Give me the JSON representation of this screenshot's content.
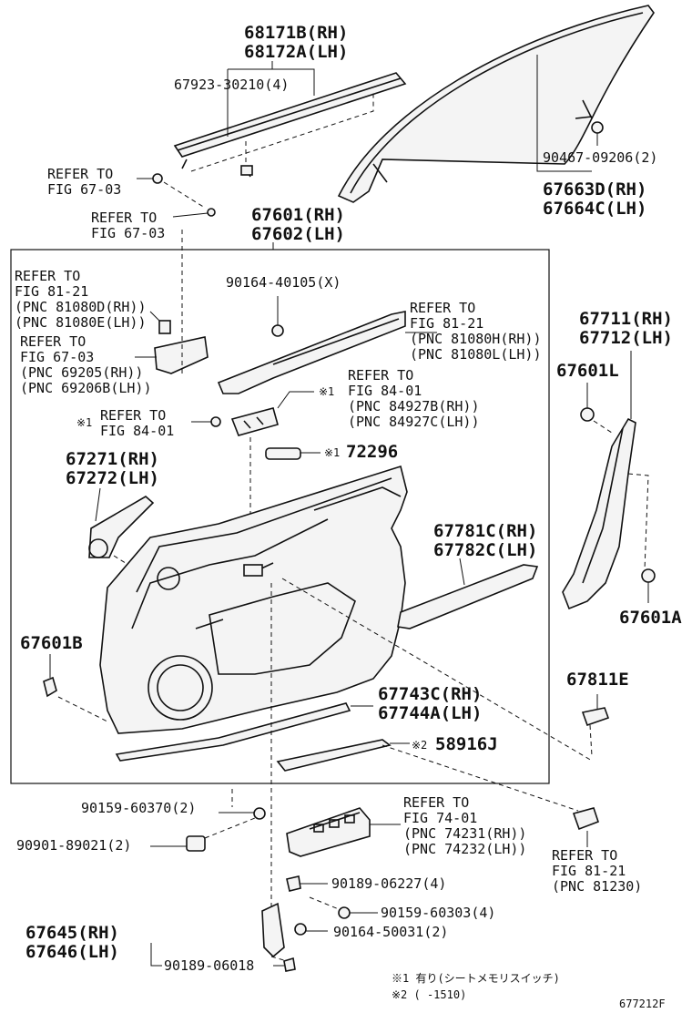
{
  "diagram": {
    "labels": {
      "molding_top": "68171B(RH)",
      "molding_top2": "68172A(LH)",
      "clip_molding": "67923-30210(4)",
      "refer1": "REFER TO",
      "refer1b": "FIG 67-03",
      "refer2": "REFER TO",
      "refer2b": "FIG 67-03",
      "board": "67601(RH)",
      "board2": "67602(LH)",
      "pillar": "67663D(RH)",
      "pillar2": "67664C(LH)",
      "screw_pillar": "90467-09206(2)",
      "refer_8121_a": "REFER TO",
      "refer_8121_b": "FIG 81-21",
      "refer_8121_c": "(PNC 81080D(RH))",
      "refer_8121_d": "(PNC 81080E(LH))",
      "refer_6703_a": "REFER TO",
      "refer_6703_b": "FIG 67-03",
      "refer_6703_c": "(PNC 69205(RH))",
      "refer_6703_d": "(PNC 69206B(LH))",
      "clip_x": "90164-40105(X)",
      "refer_8121h_a": "REFER TO",
      "refer_8121h_b": "FIG 81-21",
      "refer_8121h_c": "(PNC 81080H(RH))",
      "refer_8121h_d": "(PNC 81080L(LH))",
      "refer_8401_mark": "※1",
      "refer_8401_a": "REFER TO",
      "refer_8401_b": "FIG 84-01",
      "refer_8401_c": "(PNC 84927B(RH))",
      "refer_8401_d": "(PNC 84927C(LH))",
      "refer_left_mark": "※1",
      "refer_left_a": "REFER TO",
      "refer_left_b": "FIG 84-01",
      "part_72296_mark": "※1",
      "part_72296": "72296",
      "bracket": "67271(RH)",
      "bracket2": "67272(LH)",
      "pad": "67711(RH)",
      "pad2": "67712(LH)",
      "clip_l": "67601L",
      "clip_a": "67601A",
      "clip_b": "67601B",
      "garnish": "67781C(RH)",
      "garnish2": "67782C(LH)",
      "lower_trim": "67743C(RH)",
      "lower_trim2": "67744A(LH)",
      "part_58916_mark": "※2",
      "part_58916": "58916J",
      "part_67811": "67811E",
      "screw1": "90159-60370(2)",
      "clip2": "90901-89021(2)",
      "refer_7401_a": "REFER TO",
      "refer_7401_b": "FIG 74-01",
      "refer_7401_c": "(PNC 74231(RH))",
      "refer_7401_d": "(PNC 74232(LH))",
      "clip3": "90189-06227(4)",
      "refer_81230_a": "REFER TO",
      "refer_81230_b": "FIG 81-21",
      "refer_81230_c": "(PNC 81230)",
      "screw2": "90159-60303(4)",
      "clip4": "90164-50031(2)",
      "handle": "67645(RH)",
      "handle2": "67646(LH)",
      "clip5": "90189-06018",
      "note1": "※1 有り(シートメモリスイッチ)",
      "note2": "※2 (     -1510)",
      "figcode": "677212F"
    }
  }
}
